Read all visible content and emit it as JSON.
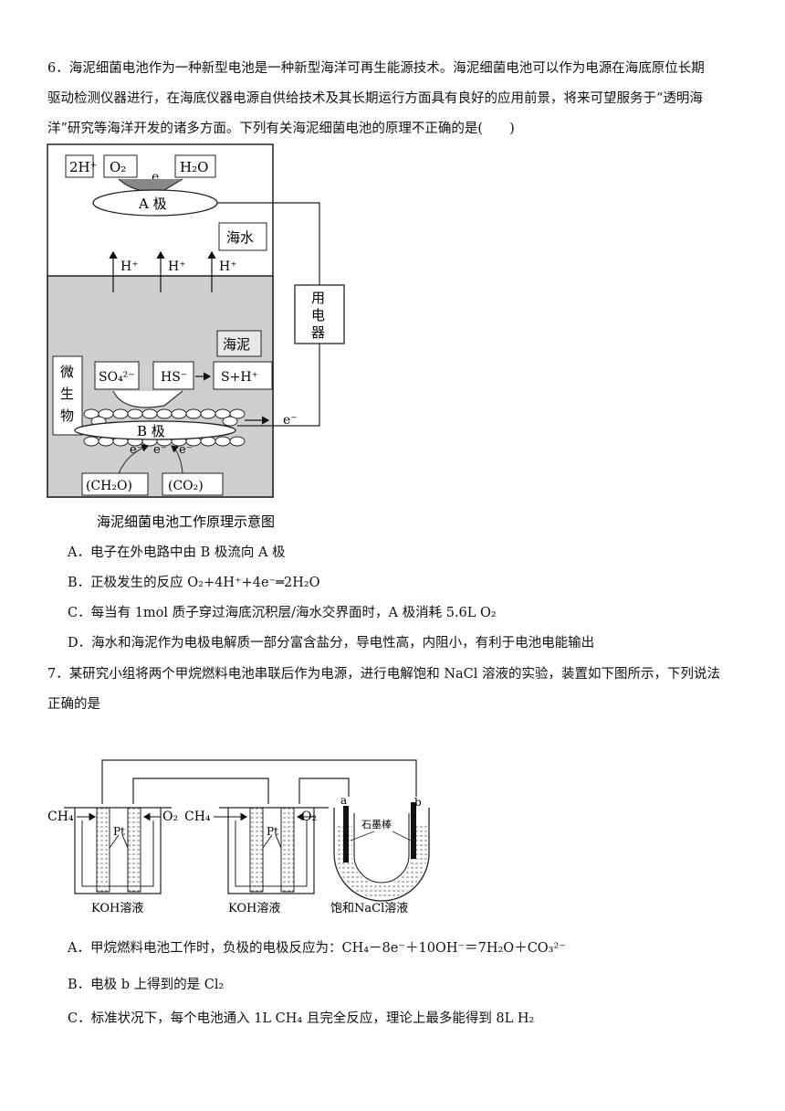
{
  "q6": {
    "line1": "6．海泥细菌电池作为一种新型电池是一种新型海洋可再生能源技术。海泥细菌电池可以作为电源在海底原位长期",
    "line2": "驱动检测仪器进行，在海底仪器电源自供给技术及其长期运行方面具有良好的应用前景，将来可望服务于“透明海",
    "line3": "洋”研究等海洋开发的诸多方面。下列有关海泥细菌电池的原理不正确的是(　　)",
    "diagram": {
      "h2plus": "2H⁺",
      "o2": "O₂",
      "e": "e",
      "h2o": "H₂O",
      "electrode_a": "A 极",
      "seawater": "海水",
      "h_plus": "H⁺",
      "load": [
        "用",
        "电",
        "器"
      ],
      "sea_mud": "海泥",
      "microbe": [
        "微",
        "生",
        "物"
      ],
      "so4": "SO₄²⁻",
      "hs": "HS⁻",
      "s_h": "S+H⁺",
      "electrode_b": "B 极",
      "e_minus": "e⁻",
      "ch2o": "(CH₂O)",
      "co2": "(CO₂)",
      "caption": "海泥细菌电池工作原理示意图"
    },
    "options": {
      "A": "A．电子在外电路中由 B 极流向 A 极",
      "B": "B．正极发生的反应 O₂+4H⁺+4e⁻═2H₂O",
      "C": "C．每当有 1mol 质子穿过海底沉积层/海水交界面时，A 极消耗 5.6L O₂",
      "D": "D．海水和海泥作为电极电解质一部分富含盐分，导电性高，内阻小，有利于电池电能输出"
    }
  },
  "q7": {
    "line1": "7．某研究小组将两个甲烷燃料电池串联后作为电源，进行电解饱和 NaCl 溶液的实验，装置如下图所示，下列说法",
    "line2": "正确的是",
    "diagram": {
      "ch4": "CH₄",
      "o2": "O₂",
      "pt": "Pt",
      "koh": "KOH溶液",
      "a": "a",
      "b": "b",
      "graphite": "石墨棒",
      "nacl": "饱和NaCl溶液"
    },
    "options": {
      "A": "A．甲烷燃料电池工作时，负极的电极反应为：CH₄－8e⁻＋10OH⁻＝7H₂O＋CO₃²⁻",
      "B": "B．电极 b 上得到的是 Cl₂",
      "C": "C．标准状况下，每个电池通入 1L CH₄ 且完全反应，理论上最多能得到 8L H₂"
    }
  }
}
